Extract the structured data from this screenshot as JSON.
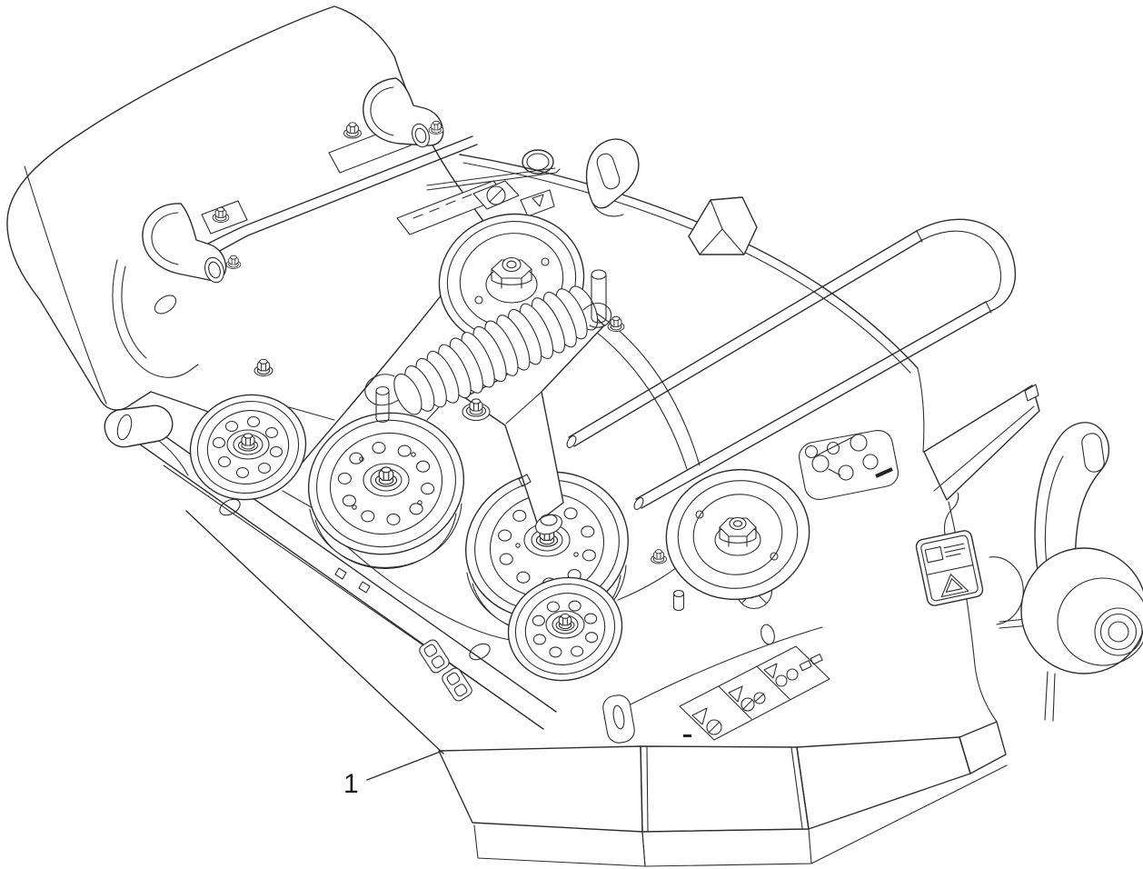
{
  "figure": {
    "kind": "technical-line-illustration",
    "subject": "mower-deck-assembly",
    "background": "#ffffff",
    "line_color": "#2e2e2e"
  },
  "callout": {
    "label": "1"
  },
  "icons": {
    "top_edge_decal": "safety-pictogram-strip-icon",
    "skirt_decal": "warning-triangle-pictogram-panels-icon",
    "belt_decal": "belt-routing-diagram-icon",
    "hang_tag": "warning-hang-tag-icon"
  }
}
